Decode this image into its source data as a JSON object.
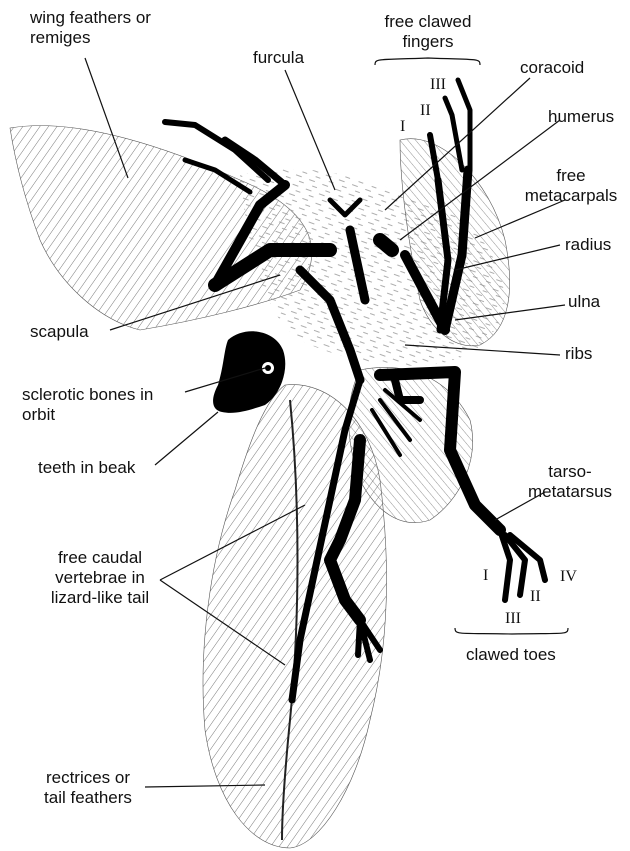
{
  "labels": {
    "wing_feathers": "wing feathers or\nremiges",
    "free_clawed_fingers": "free clawed\nfingers",
    "furcula": "furcula",
    "coracoid": "coracoid",
    "humerus": "humerus",
    "free_metacarpals": "free\nmetacarpals",
    "radius": "radius",
    "ulna": "ulna",
    "scapula": "scapula",
    "ribs": "ribs",
    "sclerotic_bones": "sclerotic bones in\norbit",
    "teeth_in_beak": "teeth in beak",
    "tarsometatarsus": "tarso-\nmetatarsus",
    "free_caudal_vertebrae": "free caudal\nvertebrae in\nlizard-like tail",
    "clawed_toes": "clawed toes",
    "rectrices": "rectrices or\ntail feathers"
  },
  "finger_numerals": [
    "I",
    "II",
    "III"
  ],
  "toe_numerals": [
    "I",
    "II",
    "III",
    "IV"
  ]
}
